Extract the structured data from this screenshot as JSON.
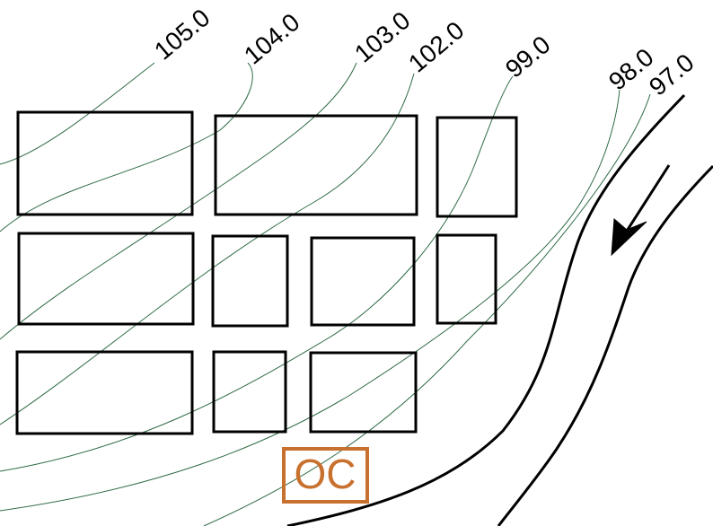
{
  "map": {
    "contours": [
      {
        "id": "c105",
        "label": "105.0",
        "elevation": 105.0
      },
      {
        "id": "c104",
        "label": "104.0",
        "elevation": 104.0
      },
      {
        "id": "c103",
        "label": "103.0",
        "elevation": 103.0
      },
      {
        "id": "c102",
        "label": "102.0",
        "elevation": 102.0
      },
      {
        "id": "c99",
        "label": "99.0",
        "elevation": 99.0
      },
      {
        "id": "c98",
        "label": "98.0",
        "elevation": 98.0
      },
      {
        "id": "c97",
        "label": "97.0",
        "elevation": 97.0
      }
    ],
    "outlet": {
      "label": "OC"
    },
    "colors": {
      "contour": "#2f6b45",
      "building": "#000000",
      "stream": "#000000",
      "outlet": "#c8702d"
    }
  }
}
